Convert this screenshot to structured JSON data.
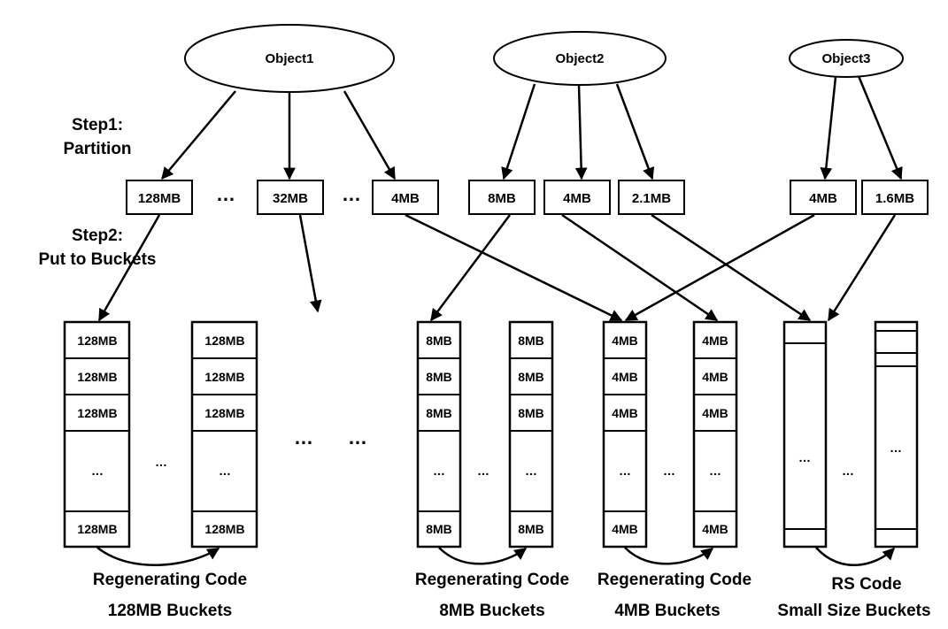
{
  "objects": [
    "Object1",
    "Object2",
    "Object3"
  ],
  "steps": {
    "step1": [
      "Step1:",
      "Partition"
    ],
    "step2": [
      "Step2:",
      "Put to Buckets"
    ]
  },
  "partitions": {
    "o1": [
      "128MB",
      "32MB",
      "4MB"
    ],
    "o2": [
      "8MB",
      "4MB",
      "2.1MB"
    ],
    "o3": [
      "4MB",
      "1.6MB"
    ]
  },
  "ellipsis": "…",
  "dots": "···",
  "buckets": {
    "b128": {
      "cells": [
        "128MB",
        "128MB",
        "128MB"
      ],
      "last": "128MB"
    },
    "b8": {
      "cells": [
        "8MB",
        "8MB",
        "8MB"
      ],
      "last": "8MB"
    },
    "b4": {
      "cells": [
        "4MB",
        "4MB",
        "4MB"
      ],
      "last": "4MB"
    }
  },
  "captions": {
    "c128": [
      "Regenerating Code",
      "128MB Buckets"
    ],
    "c8": [
      "Regenerating Code",
      "8MB Buckets"
    ],
    "c4": [
      "Regenerating Code",
      "4MB Buckets"
    ],
    "crs": [
      "RS Code",
      "Small Size Buckets"
    ]
  }
}
